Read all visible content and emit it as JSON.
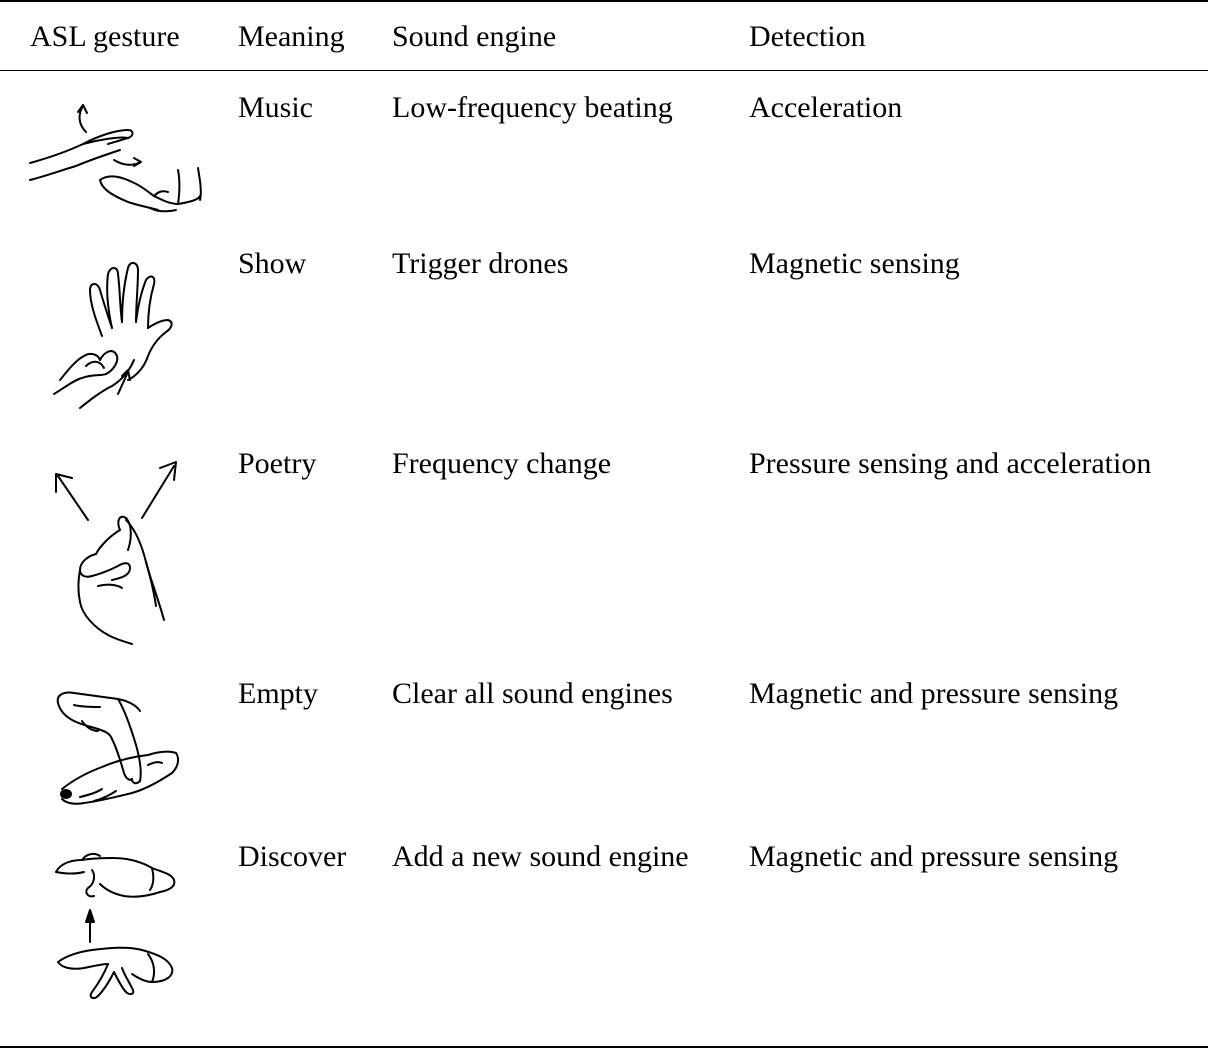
{
  "table": {
    "headers": {
      "gesture": "ASL gesture",
      "meaning": "Meaning",
      "sound": "Sound engine",
      "detection": "Detection"
    },
    "rows": [
      {
        "gesture_icon": "clapping-hands-icon",
        "meaning": "Music",
        "sound": "Low-frequency beating",
        "detection": "Acceleration"
      },
      {
        "gesture_icon": "open-palm-hand-icon",
        "meaning": "Show",
        "sound": "Trigger drones",
        "detection": "Magnetic sensing"
      },
      {
        "gesture_icon": "pinch-hand-arrows-icon",
        "meaning": "Poetry",
        "sound": "Frequency change",
        "detection": "Pressure sensing and acceleration"
      },
      {
        "gesture_icon": "pointing-on-hand-icon",
        "meaning": "Empty",
        "sound": "Clear all sound engines",
        "detection": "Magnetic and pressure sensing"
      },
      {
        "gesture_icon": "lifting-hand-icon",
        "meaning": "Discover",
        "sound": "Add a new sound engine",
        "detection": "Magnetic and pressure sensing"
      }
    ]
  }
}
